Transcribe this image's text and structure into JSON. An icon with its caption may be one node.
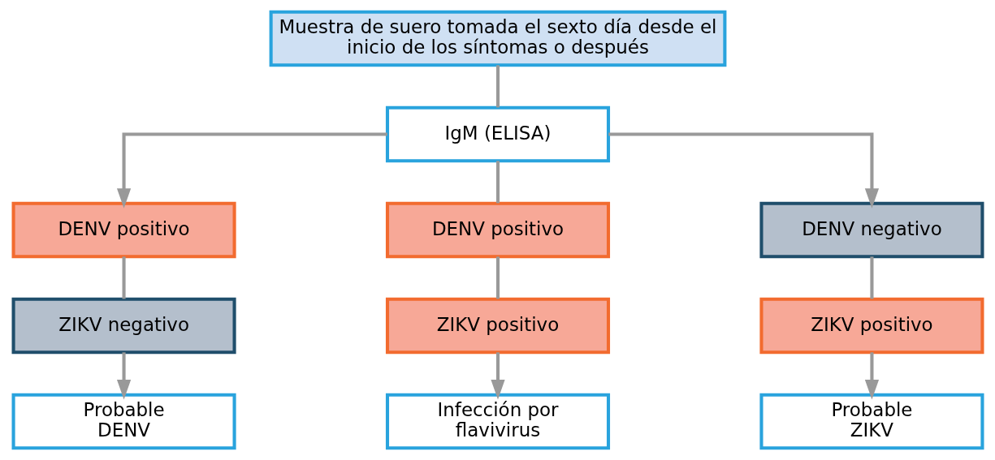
{
  "diagram": {
    "nodes": [
      {
        "text": [
          "Muestra de suero tomada el sexto día desde el inicio de los síntomas o después"
        ]
      },
      {
        "text": [
          "IgM (ELISA)"
        ]
      },
      {
        "text": [
          "DENV positivo"
        ]
      },
      {
        "text": [
          "ZIKV negativo"
        ]
      },
      {
        "text": [
          "Probable DENV"
        ]
      },
      {
        "text": [
          "DENV positivo"
        ]
      },
      {
        "text": [
          "ZIKV positivo"
        ]
      },
      {
        "text": [
          "Infección por flavivirus"
        ]
      },
      {
        "text": [
          "DENV negativo"
        ]
      },
      {
        "text": [
          "ZIKV positivo"
        ]
      },
      {
        "text": [
          "Probable ZIKV"
        ]
      }
    ],
    "edges": [
      {
        "from": 0,
        "to": 1,
        "arrow": "none"
      },
      {
        "from": 1,
        "to": 2,
        "arrow": "to"
      },
      {
        "from": 1,
        "to": 5,
        "arrow": "none"
      },
      {
        "from": 1,
        "to": 8,
        "arrow": "to"
      },
      {
        "from": 2,
        "to": 3,
        "arrow": "none"
      },
      {
        "from": 3,
        "to": 4,
        "arrow": "to"
      },
      {
        "from": 5,
        "to": 6,
        "arrow": "none"
      },
      {
        "from": 6,
        "to": 7,
        "arrow": "to"
      },
      {
        "from": 8,
        "to": 9,
        "arrow": "none"
      },
      {
        "from": 9,
        "to": 10,
        "arrow": "to"
      }
    ]
  }
}
